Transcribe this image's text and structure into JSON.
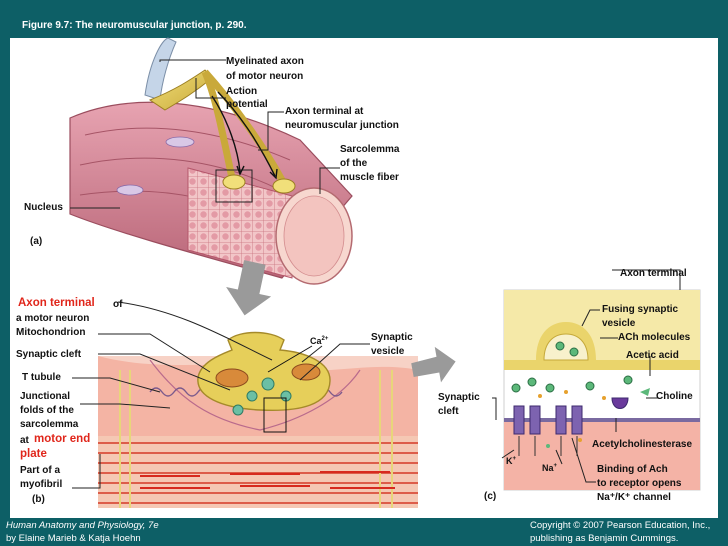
{
  "title": "Figure 9.7:  The neuromuscular junction, p. 290.",
  "labels": {
    "myelinated_axon": [
      "Myelinated axon",
      "of motor neuron"
    ],
    "action_potential": [
      "Action",
      "potential"
    ],
    "axon_terminal_nmj": [
      "Axon terminal at",
      "neuromuscular junction"
    ],
    "sarcolemma": [
      "Sarcolemma",
      "of the",
      "muscle fiber"
    ],
    "nucleus": "Nucleus",
    "panel_a": "(a)",
    "axon_terminal_of": "Axon terminal",
    "of_word": "of",
    "motor_neuron": "a motor neuron",
    "mitochondrion": "Mitochondrion",
    "synaptic_cleft_b": "Synaptic cleft",
    "t_tubule": "T tubule",
    "junctional_folds": [
      "Junctional",
      "folds of the",
      "sarcolemma"
    ],
    "at_word": "at",
    "motor_end": "motor end",
    "plate": "plate",
    "part_of": [
      "Part of a",
      "myofibril"
    ],
    "panel_b": "(b)",
    "ca": "Ca",
    "ca_sup": "2+",
    "synaptic_vesicle": [
      "Synaptic",
      "vesicle"
    ],
    "axon_terminal_c": "Axon terminal",
    "fusing": [
      "Fusing synaptic",
      "vesicle"
    ],
    "ach_molecules": "ACh molecules",
    "acetic_acid": "Acetic acid",
    "choline": "Choline",
    "synaptic_cleft_c": [
      "Synaptic",
      "cleft"
    ],
    "acetylcholinesterase": "Acetylcholinesterase",
    "k": "K",
    "na": "Na",
    "plus": "+",
    "binding": [
      "Binding of Ach",
      "to receptor opens",
      "Na⁺/K⁺ channel"
    ],
    "panel_c": "(c)"
  },
  "footer": {
    "left": [
      "Human Anatomy and Physiology, 7e",
      "by Elaine Marieb & Katja Hoehn"
    ],
    "right": [
      "Copyright © 2007 Pearson Education, Inc.,",
      "publishing as Benjamin Cummings."
    ]
  },
  "colors": {
    "background": "#0d5f66",
    "panel": "#ffffff",
    "muscle": "#d98fa0",
    "axon": "#d9c24a",
    "highlight_red": "#e0261b",
    "arrow": "#9a9a9a"
  }
}
